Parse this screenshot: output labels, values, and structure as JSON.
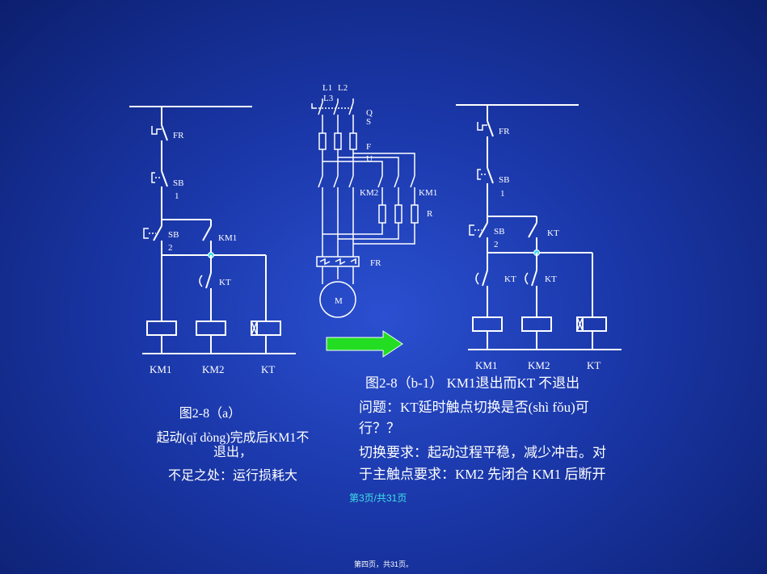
{
  "left_circuit": {
    "labels": {
      "fr": "FR",
      "sb1": "SB",
      "sb1_sub": "1",
      "sb2": "SB",
      "sb2_sub": "2",
      "km1_contact": "KM1",
      "kt_contact": "KT",
      "coil1": "KM1",
      "coil2": "KM2",
      "coil3": "KT"
    },
    "caption": {
      "title": "图2-8（a）",
      "line1": "起动(qǐ dòng)完成后KM1不",
      "line2": "退出，",
      "line3": "不足之处：运行损耗大"
    }
  },
  "main_circuit": {
    "labels": {
      "l1": "L1",
      "l2": "L2",
      "l3": "L3",
      "qs_q": "Q",
      "qs_s": "S",
      "fu_f": "F",
      "fu_u": "U",
      "km2": "KM2",
      "km1": "KM1",
      "r": "R",
      "fr": "FR",
      "motor": "M"
    }
  },
  "right_circuit": {
    "labels": {
      "fr": "FR",
      "sb1": "SB",
      "sb1_sub": "1",
      "sb2": "SB",
      "sb2_sub": "2",
      "kt_contact": "KT",
      "kt_nc": "KT",
      "kt_no": "KT",
      "coil1": "KM1",
      "coil2": "KM2",
      "coil3": "KT"
    },
    "caption": {
      "line1": "图2-8（b-1）  KM1退出而KT 不退出",
      "line2": "问题：KT延时触点切换是否(shì fǒu)可",
      "line3": "行？？",
      "line4": "切换要求：起动过程平稳，减少冲击。对",
      "line5": "于主触点要求：KM2 先闭合 KM1 后断开"
    }
  },
  "arrow_color": "#22dd22",
  "page_indicator": "第3页/共31页",
  "footer": "第四页，共31页。"
}
